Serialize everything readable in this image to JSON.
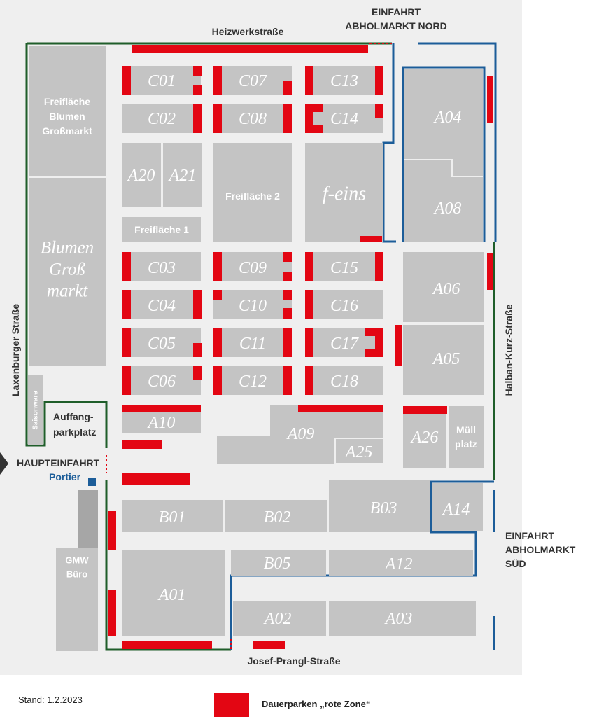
{
  "streets": {
    "north": "Heizwerkstraße",
    "west": "Laxenburger Straße",
    "east": "Halban-Kurz-Straße",
    "south": "Josef-Prangl-Straße"
  },
  "entrances": {
    "north_line1": "EINFAHRT",
    "north_line2": "ABHOLMARKT NORD",
    "south_line1": "EINFAHRT",
    "south_line2": "ABHOLMARKT",
    "south_line3": "SÜD",
    "main": "HAUPTEINFAHRT",
    "portier": "Portier"
  },
  "areas": {
    "freiflaeche_blumen_line1": "Freifläche",
    "freiflaeche_blumen_line2": "Blumen",
    "freiflaeche_blumen_line3": "Großmarkt",
    "blumen_line1": "Blumen",
    "blumen_line2": "Groß",
    "blumen_line3": "markt",
    "saisonware": "Saisonware",
    "auffang_line1": "Auffang-",
    "auffang_line2": "parkplatz",
    "gmw_line1": "GMW",
    "gmw_line2": "Büro",
    "freiflaeche1": "Freifläche 1",
    "freiflaeche2": "Freifläche 2",
    "feins": "f-eins",
    "muell_line1": "Müll",
    "muell_line2": "platz"
  },
  "halls": {
    "C01": "C01",
    "C02": "C02",
    "C03": "C03",
    "C04": "C04",
    "C05": "C05",
    "C06": "C06",
    "C07": "C07",
    "C08": "C08",
    "C09": "C09",
    "C10": "C10",
    "C11": "C11",
    "C12": "C12",
    "C13": "C13",
    "C14": "C14",
    "C15": "C15",
    "C16": "C16",
    "C17": "C17",
    "C18": "C18",
    "A20": "A20",
    "A21": "A21",
    "A04": "A04",
    "A08": "A08",
    "A06": "A06",
    "A05": "A05",
    "A10": "A10",
    "A09": "A09",
    "A25": "A25",
    "A26": "A26",
    "A14": "A14",
    "B01": "B01",
    "B02": "B02",
    "B03": "B03",
    "B05": "B05",
    "A12": "A12",
    "A01": "A01",
    "A02": "A02",
    "A03": "A03"
  },
  "footer": {
    "stand": "Stand: 1.2.2023",
    "legend": "Dauerparken „rote Zone“"
  },
  "colors": {
    "red_zone": "#e30613",
    "green_boundary": "#1f5e2a",
    "blue_boundary": "#1c5d99",
    "building": "#c4c4c4",
    "background": "#efefef"
  }
}
